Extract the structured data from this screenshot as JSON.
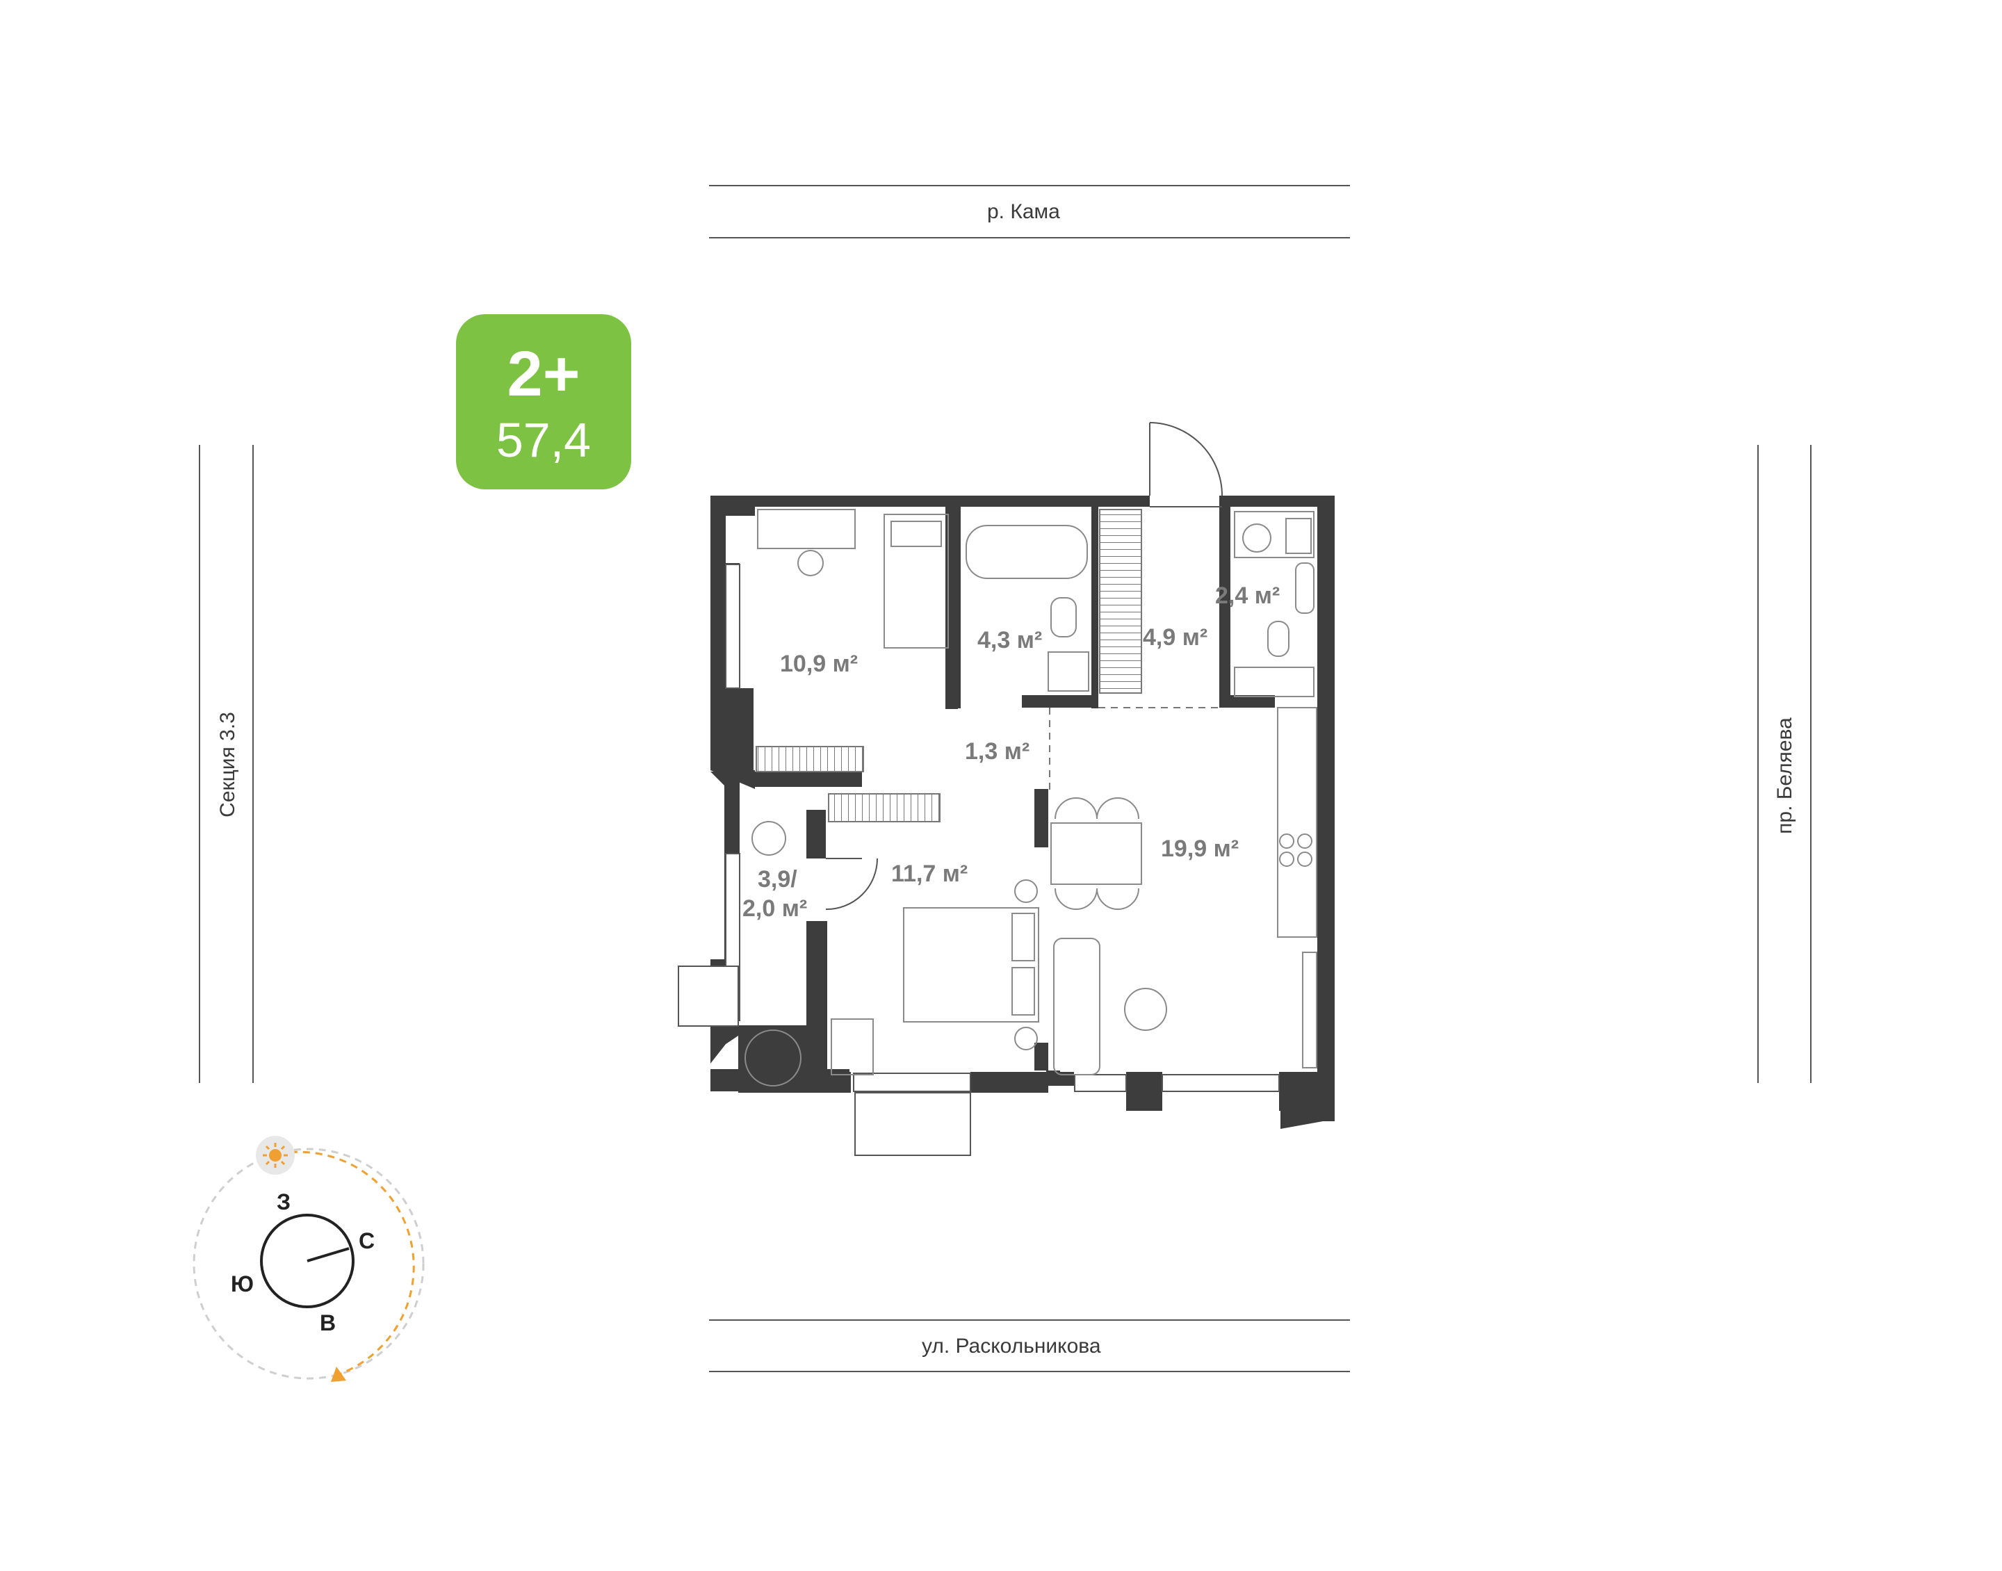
{
  "streets": {
    "north": "р. Кама",
    "south": "ул. Раскольникова",
    "west": "Секция 3.3",
    "east": "пр. Беляева"
  },
  "apartment": {
    "rooms": "2+",
    "total_area": "57,4"
  },
  "rooms": {
    "bedroom_1": "10,9 м²",
    "bathroom": "4,3 м²",
    "hall": "4,9 м²",
    "wc": "2,4 м²",
    "corridor": "1,3 м²",
    "kitchen_living": "19,9 м²",
    "bedroom_2": "11,7 м²",
    "balcony_line1": "3,9/",
    "balcony_line2": "2,0 м²"
  },
  "compass": {
    "west": "З",
    "north": "С",
    "south": "Ю",
    "east": "В",
    "sun_icon": "sun-icon"
  },
  "colors": {
    "badge": "#7dc242",
    "walls": "#3d3d3d",
    "sun_path": "#f0a030"
  }
}
